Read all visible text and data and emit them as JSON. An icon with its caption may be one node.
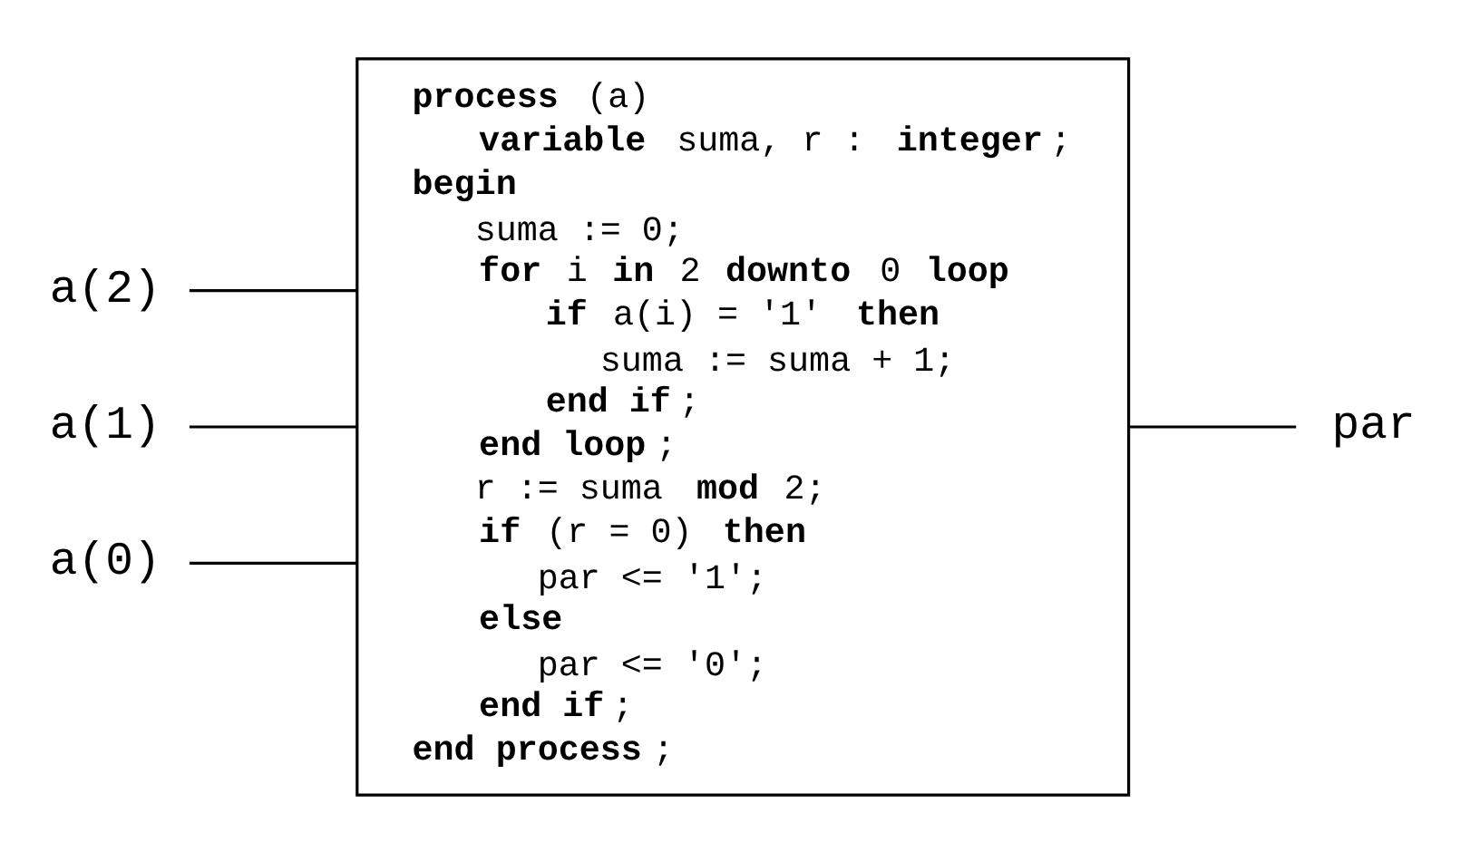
{
  "diagram": {
    "nodes": [
      {
        "text": [
          "a(2)"
        ]
      },
      {
        "text": [
          "a(1)"
        ]
      },
      {
        "text": [
          "a(0)"
        ]
      },
      {
        "text": [
          "**process** (a)",
          "**variable** suma, r : **integer**;",
          "**begin**",
          "suma := 0;",
          "**for** i **in** 2 **downto** 0 **loop**",
          "**if** a(i) = '1' **then**",
          "suma := suma + 1;",
          "**end if**;",
          "**end loop**;",
          "r := suma **mod** 2;",
          "**if** (r = 0) **then**",
          "par <= '1';",
          "**else**",
          "par <= '0';",
          "**end if**;",
          "**end process**;"
        ]
      },
      {
        "text": [
          "par"
        ]
      }
    ],
    "edges": [
      {
        "from": 0,
        "to": 3,
        "arrow": "none"
      },
      {
        "from": 1,
        "to": 3,
        "arrow": "none"
      },
      {
        "from": 2,
        "to": 3,
        "arrow": "none"
      },
      {
        "from": 3,
        "to": 4,
        "arrow": "none"
      }
    ]
  }
}
